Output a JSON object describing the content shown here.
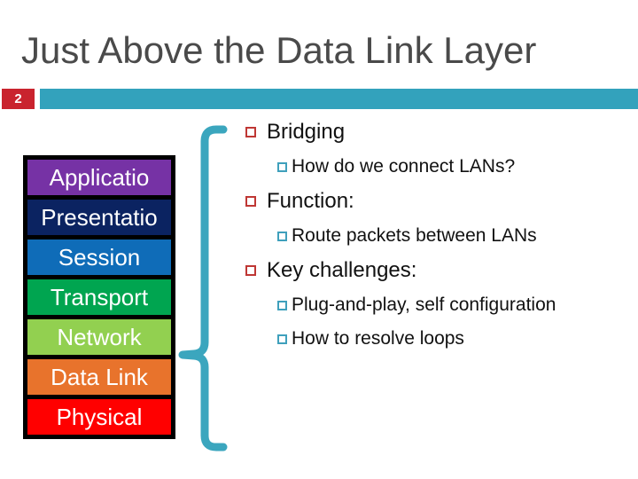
{
  "header": {
    "title": "Just Above the Data Link Layer",
    "slide_number": "2",
    "badge_color": "#c9232e",
    "bar_color": "#33a2bc"
  },
  "stack": {
    "layers": [
      {
        "label": "Applicatio",
        "color": "#7632a5"
      },
      {
        "label": "Presentatio",
        "color": "#0b2361"
      },
      {
        "label": "Session",
        "color": "#0f6cb8"
      },
      {
        "label": "Transport",
        "color": "#00a550"
      },
      {
        "label": "Network",
        "color": "#92d050"
      },
      {
        "label": "Data Link",
        "color": "#e8732c"
      },
      {
        "label": "Physical",
        "color": "#ff0000"
      }
    ]
  },
  "brace": {
    "color": "#3ba6be"
  },
  "bullets": {
    "items": [
      {
        "level": 1,
        "text": "Bridging"
      },
      {
        "level": 2,
        "text": "How do we connect LANs?"
      },
      {
        "level": 1,
        "text": "Function:"
      },
      {
        "level": 2,
        "text": "Route packets between LANs"
      },
      {
        "level": 1,
        "text": "Key challenges:"
      },
      {
        "level": 2,
        "text": "Plug-and-play, self configuration"
      },
      {
        "level": 2,
        "text": "How to resolve loops"
      }
    ],
    "level1_bullet_color": "#bf3734",
    "level2_bullet_color": "#3fa0bc"
  }
}
